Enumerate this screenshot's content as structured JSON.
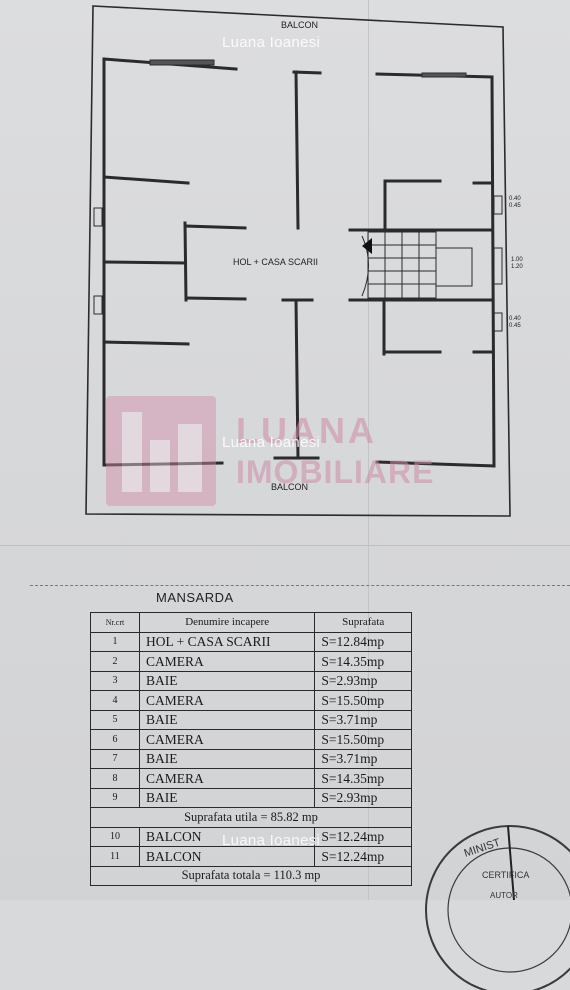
{
  "plan": {
    "labels": {
      "balcony_top": "BALCON",
      "hall": "HOL + CASA SCARII",
      "balcony_bottom": "BALCON"
    },
    "dimensions": [
      "0.40\n0.45",
      "1.00\n1.20",
      "0.40\n0.45"
    ]
  },
  "watermarks": {
    "name_top": "Luana Ioanesi",
    "name_middle": "Luana Ioanesi",
    "name_bottom": "Luana Ioanesi",
    "logo_line1": "LUANA",
    "logo_line2": "IMOBILIARE"
  },
  "table": {
    "title": "MANSARDA",
    "headers": {
      "nr": "Nr.crt",
      "name": "Denumire incapere",
      "area": "Suprafata"
    },
    "rows": [
      {
        "nr": "1",
        "name": "HOL + CASA SCARII",
        "area": "S=12.84mp"
      },
      {
        "nr": "2",
        "name": "CAMERA",
        "area": "S=14.35mp"
      },
      {
        "nr": "3",
        "name": "BAIE",
        "area": "S=2.93mp"
      },
      {
        "nr": "4",
        "name": "CAMERA",
        "area": "S=15.50mp"
      },
      {
        "nr": "5",
        "name": "BAIE",
        "area": "S=3.71mp"
      },
      {
        "nr": "6",
        "name": "CAMERA",
        "area": "S=15.50mp"
      },
      {
        "nr": "7",
        "name": "BAIE",
        "area": "S=3.71mp"
      },
      {
        "nr": "8",
        "name": "CAMERA",
        "area": "S=14.35mp"
      },
      {
        "nr": "9",
        "name": "BAIE",
        "area": "S=2.93mp"
      }
    ],
    "useful_area": "Suprafata utila = 85.82 mp",
    "balcony_rows": [
      {
        "nr": "10",
        "name": "BALCON",
        "area": "S=12.24mp"
      },
      {
        "nr": "11",
        "name": "BALCON",
        "area": "S=12.24mp"
      }
    ],
    "total_area": "Suprafata totala = 110.3 mp"
  },
  "stamp": {
    "line1": "MINIST",
    "line2": "CERTIFICA",
    "line3": "AUTOR"
  }
}
